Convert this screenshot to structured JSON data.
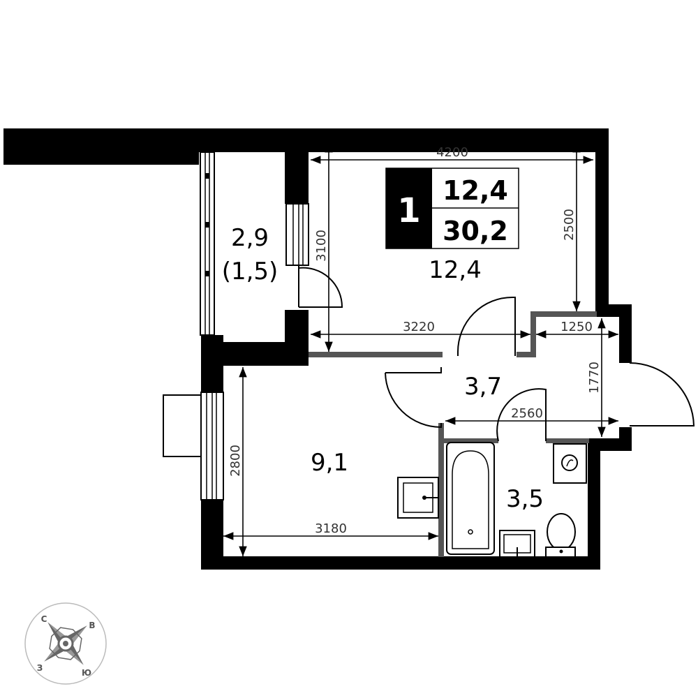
{
  "badge": {
    "rooms": "1",
    "living_area": "12,4",
    "total_area": "30,2"
  },
  "rooms": {
    "living": "12,4",
    "balcony": "2,9",
    "balcony_reduced": "(1,5)",
    "kitchen": "9,1",
    "hall": "3,7",
    "bathroom": "3,5"
  },
  "dimensions": {
    "living_width": "4200",
    "living_depth_right": "2500",
    "living_depth_left": "3100",
    "living_bottom": "3220",
    "hall_right_width": "1250",
    "hall_right_height": "1770",
    "hall_width": "2560",
    "kitchen_height": "2800",
    "kitchen_width": "3180"
  },
  "compass": {
    "north": "С",
    "east": "В",
    "west": "З",
    "south": "Ю"
  }
}
